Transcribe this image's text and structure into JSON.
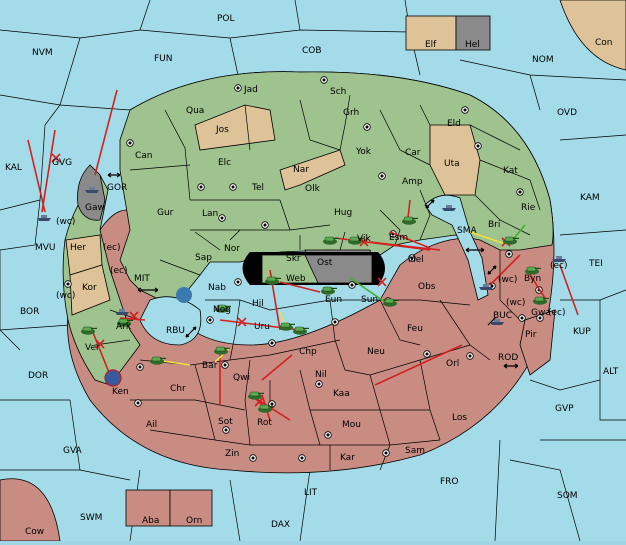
{
  "colors": {
    "sea": "#a4dbe8",
    "green": "#9ec38e",
    "tan": "#ddc397",
    "red": "#c98c82",
    "grey": "#8a8a8a",
    "order_red": "#d32020",
    "order_yellow": "#f0e040",
    "order_green": "#40b030"
  },
  "labels": {
    "POL": "POL",
    "Con": "Con",
    "Elf": "Elf",
    "Hel": "Hel",
    "NVM": "NVM",
    "FUN": "FUN",
    "COB": "COB",
    "NOM": "NOM",
    "OVD": "OVD",
    "Jad": "Jad",
    "Sch": "Sch",
    "Qua": "Qua",
    "Jos": "Jos",
    "Grh": "Grh",
    "Eld": "Eld",
    "Can": "Can",
    "Yok": "Yok",
    "Car": "Car",
    "Kat": "Kat",
    "KAL": "KAL",
    "GVG": "GVG",
    "Elc": "Elc",
    "Nar": "Nar",
    "Uta": "Uta",
    "Tel": "Tel",
    "Olk": "Olk",
    "Amp": "Amp",
    "KAM": "KAM",
    "GOR": "GOR",
    "Gaw": "Gaw",
    "Gur": "Gur",
    "Lan": "Lan",
    "Hug": "Hug",
    "Rie": "Rie",
    "wc1": "(wc)",
    "MVU": "MVU",
    "Her": "Her",
    "ec1": "(ec)",
    "Bri": "Bri",
    "Esm": "Esm",
    "SMA": "SMA",
    "Nor": "Nor",
    "Skr": "Skr",
    "Vik": "Vik",
    "Sap": "Sap",
    "Web": "Web",
    "Ost": "Ost",
    "Mel": "Mel",
    "TEI": "TEI",
    "ec2": "(ec)",
    "MIT": "MIT",
    "Kor": "Kor",
    "Nab": "Nab",
    "Eun": "Eun",
    "Sun": "Sun",
    "Obs": "Obs",
    "wc2": "(wc)",
    "Byn": "Byn",
    "ec3": "(ec)",
    "wc3": "(wc)",
    "BOR": "BOR",
    "Hil": "Hil",
    "Nog": "Nog",
    "wc4": "(wc)",
    "Gwa": "Gwa",
    "ec4": "(ec)",
    "RBU": "RBU",
    "Ark": "Ark",
    "Uru": "Uru",
    "Feu": "Feu",
    "BUC": "BUC",
    "Pir": "Pir",
    "KUP": "KUP",
    "Ver": "Ver",
    "Chp": "Chp",
    "Neu": "Neu",
    "Orl": "Orl",
    "DOR": "DOR",
    "Bar": "Bar",
    "Qwi": "Qwi",
    "Nil": "Nil",
    "ROD": "ROD",
    "ALT": "ALT",
    "Ken": "Ken",
    "Chr": "Chr",
    "Kaa": "Kaa",
    "Ail": "Ail",
    "Sot": "Sot",
    "Rot": "Rot",
    "Mou": "Mou",
    "Los": "Los",
    "GVP": "GVP",
    "GVA": "GVA",
    "Zin": "Zin",
    "Kar": "Kar",
    "Sam": "Sam",
    "FRO": "FRO",
    "LIT": "LIT",
    "SOM": "SOM",
    "SWM": "SWM",
    "Aba": "Aba",
    "Orn": "Orn",
    "DAX": "DAX",
    "Cow": "Cow"
  }
}
